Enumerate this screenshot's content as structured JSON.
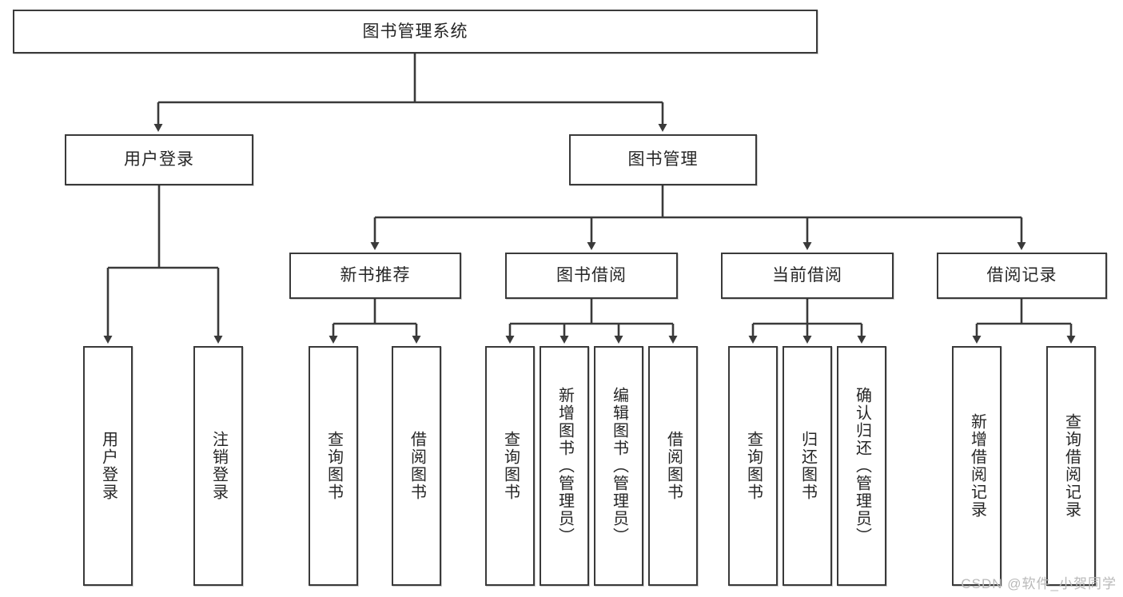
{
  "diagram": {
    "type": "tree",
    "title": "图书管理系统",
    "stroke_color": "#3a3a3a",
    "text_color": "#262626",
    "background": "#ffffff",
    "root": {
      "label": "图书管理系统",
      "id": "root"
    },
    "level2": [
      {
        "id": "user-login",
        "label": "用户登录"
      },
      {
        "id": "book-manage",
        "label": "图书管理"
      }
    ],
    "level3": [
      {
        "id": "new-book-recommend",
        "label": "新书推荐",
        "parent": "book-manage"
      },
      {
        "id": "book-borrow",
        "label": "图书借阅",
        "parent": "book-manage"
      },
      {
        "id": "current-borrow",
        "label": "当前借阅",
        "parent": "book-manage"
      },
      {
        "id": "borrow-record",
        "label": "借阅记录",
        "parent": "book-manage"
      }
    ],
    "leaves": {
      "user-login": [
        {
          "id": "leaf-user-login",
          "label": "用户登录"
        },
        {
          "id": "leaf-user-logout",
          "label": "注销登录"
        }
      ],
      "new-book-recommend": [
        {
          "id": "leaf-query-book-1",
          "label": "查询图书"
        },
        {
          "id": "leaf-borrow-book-1",
          "label": "借阅图书"
        }
      ],
      "book-borrow": [
        {
          "id": "leaf-query-book-2",
          "label": "查询图书"
        },
        {
          "id": "leaf-add-book",
          "label": "新增图书（管理员）"
        },
        {
          "id": "leaf-edit-book",
          "label": "编辑图书（管理员）"
        },
        {
          "id": "leaf-borrow-book-2",
          "label": "借阅图书"
        }
      ],
      "current-borrow": [
        {
          "id": "leaf-query-book-3",
          "label": "查询图书"
        },
        {
          "id": "leaf-return-book",
          "label": "归还图书"
        },
        {
          "id": "leaf-confirm-return",
          "label": "确认归还（管理员）"
        }
      ],
      "borrow-record": [
        {
          "id": "leaf-add-record",
          "label": "新增借阅记录"
        },
        {
          "id": "leaf-query-record",
          "label": "查询借阅记录"
        }
      ]
    }
  },
  "watermark": {
    "text": "CSDN @软件_小贺同学"
  }
}
